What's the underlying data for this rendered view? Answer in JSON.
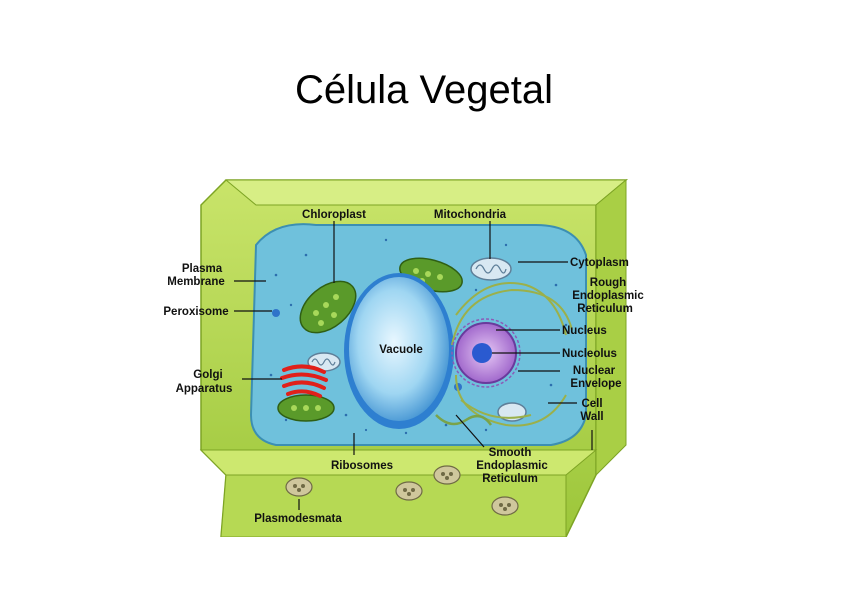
{
  "slide": {
    "title": "Célula Vegetal"
  },
  "diagram": {
    "labels": {
      "chloroplast": "Chloroplast",
      "mitochondria": "Mitochondria",
      "plasma_membrane": [
        "Plasma",
        "Membrane"
      ],
      "peroxisome": "Peroxisome",
      "golgi": [
        "Golgi",
        "Apparatus"
      ],
      "vacuole": "Vacuole",
      "ribosomes": "Ribosomes",
      "plasmodesmata": "Plasmodesmata",
      "cytoplasm": "Cytoplasm",
      "rough_er": [
        "Rough",
        "Endoplasmic",
        "Reticulum"
      ],
      "nucleus": "Nucleus",
      "nucleolus": "Nucleolus",
      "nuclear_envelope": [
        "Nuclear",
        "Envelope"
      ],
      "cell_wall": [
        "Cell",
        "Wall"
      ],
      "smooth_er": [
        "Smooth",
        "Endoplasmic",
        "Reticulum"
      ]
    },
    "colors": {
      "cell_wall": "#b8d94a",
      "cell_wall_dark": "#8fb52c",
      "cytoplasm": "#6fc1dc",
      "vacuole": "#9fd6f2",
      "chloroplast": "#5a9a2a",
      "golgi": "#e0201a",
      "nucleus": "#b07ad6",
      "nucleolus": "#2a5ad0"
    }
  }
}
